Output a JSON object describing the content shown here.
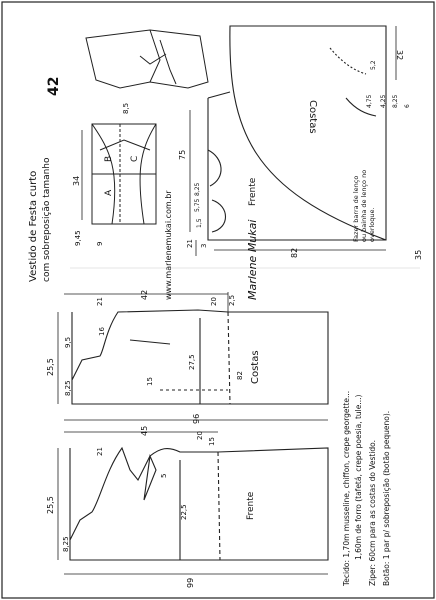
{
  "title": {
    "line1": "Vestido de Festa curto",
    "line2": "com sobreposição tamanho",
    "size": "42"
  },
  "website": "www.marlenemukai.com.br",
  "signature": "Marlene Mukai",
  "pieces": {
    "costas_top": "Costas",
    "frente_top": "Frente",
    "costas_bottom": "Costas",
    "frente_bottom": "Frente",
    "labels_a": "A",
    "labels_b": "B",
    "labels_c": "C"
  },
  "notes": {
    "fold_note": "Fazer barra de lenço ou bainha de lenço no overloque.",
    "tecido_label": "Tecido:",
    "tecido_1": "1,70m musseline, chiffon, crepe georgette...",
    "tecido_2": "1,60m de forro (tafetá, crepe poesia, tule...)",
    "ziper": "Ziper: 60cm para as costas do Vestido.",
    "botao": "Botão: 1 par p/ sobreposição (botão pequeno)."
  },
  "measures": {
    "m82a": "82",
    "m82b": "82",
    "m32": "32",
    "m35": "35",
    "m75": "75",
    "m34": "34",
    "m85": "8,5",
    "m9": "9",
    "m945": "9,45",
    "m15": "1,5",
    "m21": "21",
    "m3": "3",
    "m575": "5,75",
    "m825": "8,25",
    "m475": "4,75",
    "m425": "4,25",
    "m825b": "8,25",
    "m52": "5,2",
    "m6": "6",
    "m42": "42",
    "m20": "20",
    "m21b": "21",
    "m25": "2,5",
    "m255": "25,5",
    "m95": "9,5",
    "m825c": "8,25",
    "m16": "16",
    "m275": "27,5",
    "m96": "96",
    "m15b": "15",
    "m45": "45",
    "m20b": "20",
    "m255b": "25,5",
    "m225": "22,5",
    "m99": "99",
    "m825d": "8,25",
    "m21c": "21",
    "m5": "5",
    "m15c": "15"
  }
}
